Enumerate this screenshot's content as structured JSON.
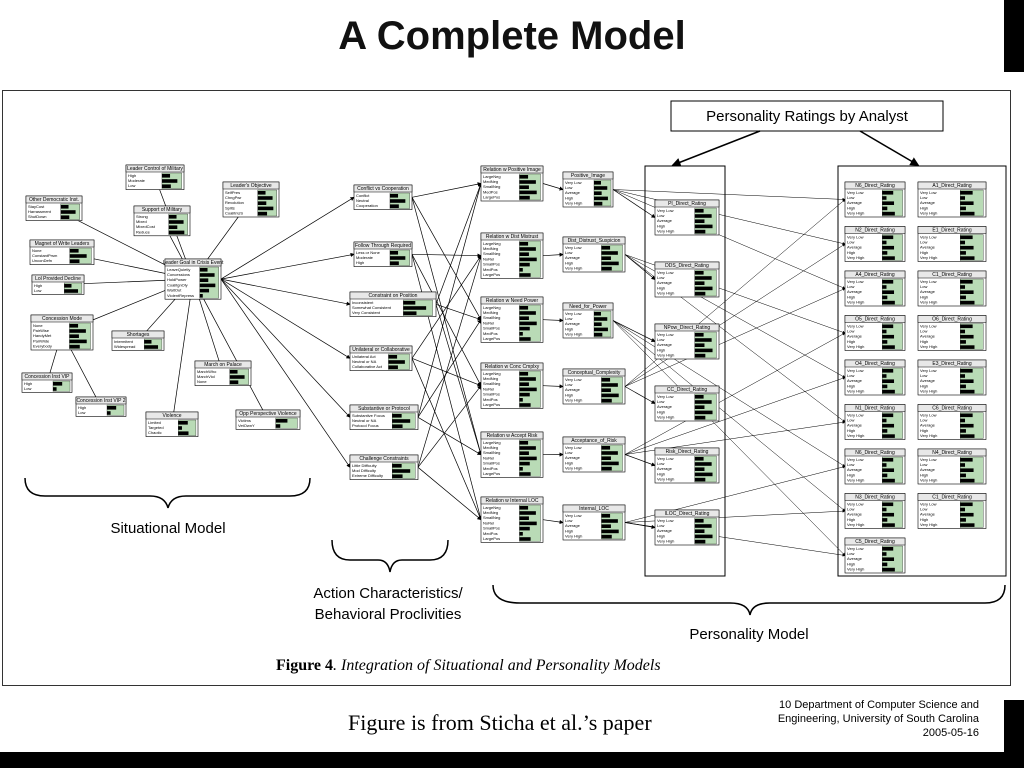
{
  "slide": {
    "title": "A Complete Model",
    "caption": "Figure is from Sticha et al.’s paper",
    "footer_line1": "10 Department of Computer Science and",
    "footer_line2": "Engineering, University of South Carolina",
    "footer_line3": "2005-05-16"
  },
  "figure": {
    "figure_label": "Figure 4",
    "figure_caption": ". Integration of Situational and Personality Models",
    "ratings_box": "Personality Ratings by Analyst",
    "situational_label": "Situational Model",
    "action_label_1": "Action Characteristics/",
    "action_label_2": "Behavioral Proclivities",
    "personality_label": "Personality Model"
  },
  "situational_nodes": [
    {
      "title": "Leader Control of Military",
      "states": [
        "High",
        "Moderate",
        "Low"
      ]
    },
    {
      "title": "Leader's Objective",
      "states": [
        "SelfPres",
        "ChngPwr",
        "Revolution",
        "Splits",
        "CoalitnUS"
      ]
    },
    {
      "title": "Other Democratic Inst.",
      "states": [
        "StayCost",
        "Harrassment",
        "ShutDown"
      ]
    },
    {
      "title": "Support of Military",
      "states": [
        "Strong",
        "Mixed",
        "MixedCost",
        "Reduce"
      ]
    },
    {
      "title": "Magnet of Write Leaders",
      "states": [
        "None",
        "ConstantPrsm",
        "UnconDefn"
      ]
    },
    {
      "title": "Leader Goal in Crisis Event",
      "states": [
        "LeaveQuietly",
        "Concessions",
        "HoldPower",
        "CoalitgnOly",
        "WaitOut",
        "ViolentRepress"
      ]
    },
    {
      "title": "Lol Provided Decline",
      "states": [
        "High",
        "Low"
      ]
    },
    {
      "title": "Concession Mode",
      "states": [
        "None",
        "PairWise",
        "HandyMet",
        "PairWide",
        "Everybody"
      ]
    },
    {
      "title": "Shortages",
      "states": [
        "Intermitent",
        "Widespread"
      ]
    },
    {
      "title": "March on Palace",
      "states": [
        "MarchWho",
        "MarchViol",
        "None"
      ]
    },
    {
      "title": "Concession Inst VIP",
      "states": [
        "High",
        "Low"
      ]
    },
    {
      "title": "Concession Inst VIP 2",
      "states": [
        "High",
        "Low"
      ]
    },
    {
      "title": "Violence",
      "states": [
        "Limited",
        "Targeted",
        "Chaotic"
      ]
    },
    {
      "title": "Opp Perspective Violence",
      "states": [
        "Vlctims",
        "VetOwnY"
      ]
    }
  ],
  "action_nodes": [
    {
      "title": "Conflict vs Cooperation",
      "states": [
        "Conflict",
        "Neutral",
        "Cooperation"
      ]
    },
    {
      "title": "Follow Through Required",
      "states": [
        "Less or None",
        "Moderate",
        "High"
      ]
    },
    {
      "title": "Constraint on Position",
      "states": [
        "Inconsistent",
        "Somewhat Consistent",
        "Very Consistent"
      ]
    },
    {
      "title": "Unilateral or Collaborative",
      "states": [
        "Unilateral Act",
        "Neutral or NA",
        "Collaborative Act"
      ]
    },
    {
      "title": "Substantive or Protocol",
      "states": [
        "Substantive Focus",
        "Neutral or NA",
        "Protocol Focus"
      ]
    },
    {
      "title": "Challenge Constraints",
      "states": [
        "Little Difficulty",
        "Mod Difficulty",
        "Extreme Difficulty"
      ]
    }
  ],
  "relation_nodes": [
    {
      "title": "Relation w Positive Image",
      "states": [
        "LargeNeg",
        "MedNeg",
        "SmallNeg",
        "MedPos",
        "LargePos"
      ]
    },
    {
      "title": "Relation w Dist Mistrust",
      "states": [
        "LargeNeg",
        "MedNeg",
        "SmallNeg",
        "NoRel",
        "SmallPos",
        "MedPos",
        "LargePos"
      ]
    },
    {
      "title": "Relation w Need Power",
      "states": [
        "LargeNeg",
        "MedNeg",
        "SmallNeg",
        "NoRel",
        "SmallPos",
        "MedPos",
        "LargePos"
      ]
    },
    {
      "title": "Relation w Conc Cmplxy",
      "states": [
        "LargeNeg",
        "MedNeg",
        "SmallNeg",
        "NoRel",
        "SmallPos",
        "MedPos",
        "LargePos"
      ]
    },
    {
      "title": "Relation w Accept Risk",
      "states": [
        "LargeNeg",
        "MedNeg",
        "SmallNeg",
        "NoRel",
        "SmallPos",
        "MedPos",
        "LargePos"
      ]
    },
    {
      "title": "Relation w Internal LOC",
      "states": [
        "LargeNeg",
        "MedNeg",
        "SmallNeg",
        "NoRel",
        "SmallPos",
        "MedPos",
        "LargePos"
      ]
    }
  ],
  "trait_nodes": [
    {
      "title": "Positive_Image",
      "states": [
        "Very Low",
        "Low",
        "Average",
        "High",
        "Very High"
      ]
    },
    {
      "title": "Dist_Distrust_Suspicion",
      "states": [
        "Very Low",
        "Low",
        "Average",
        "High",
        "Very High"
      ]
    },
    {
      "title": "Need_for_Power",
      "states": [
        "Very Low",
        "Low",
        "Average",
        "High",
        "Very High"
      ]
    },
    {
      "title": "Conceptual_Complexity",
      "states": [
        "Very Low",
        "Low",
        "Average",
        "High",
        "Very High"
      ]
    },
    {
      "title": "Acceptance_of_Risk",
      "states": [
        "Very Low",
        "Low",
        "Average",
        "High",
        "Very High"
      ]
    },
    {
      "title": "Internal_LOC",
      "states": [
        "Very Low",
        "Low",
        "Average",
        "High",
        "Very High"
      ]
    }
  ],
  "direct_rating_nodes": [
    {
      "title": "PI_Direct_Rating"
    },
    {
      "title": "DDS_Direct_Rating"
    },
    {
      "title": "NPow_Direct_Rating"
    },
    {
      "title": "CC_Direct_Rating"
    },
    {
      "title": "Risk_Direct_Rating"
    },
    {
      "title": "ILOC_Direct_Rating"
    }
  ],
  "analyst_nodes_left": [
    {
      "title": "N6_Direct_Rating"
    },
    {
      "title": "N2_Direct_Rating"
    },
    {
      "title": "A4_Direct_Rating"
    },
    {
      "title": "O5_Direct_Rating"
    },
    {
      "title": "O4_Direct_Rating"
    },
    {
      "title": "N1_Direct_Rating"
    },
    {
      "title": "N6_Direct_Rating"
    },
    {
      "title": "N3_Direct_Rating"
    },
    {
      "title": "C5_Direct_Rating"
    }
  ],
  "analyst_nodes_right": [
    {
      "title": "A1_Direct_Rating"
    },
    {
      "title": "E1_Direct_Rating"
    },
    {
      "title": "C1_Direct_Rating"
    },
    {
      "title": "O6_Direct_Rating"
    },
    {
      "title": "E3_Direct_Rating"
    },
    {
      "title": "C6_Direct_Rating"
    },
    {
      "title": "N4_Direct_Rating"
    },
    {
      "title": "C1_Direct_Rating"
    }
  ],
  "rating_states": [
    "Very Low",
    "Low",
    "Average",
    "High",
    "Very High"
  ]
}
